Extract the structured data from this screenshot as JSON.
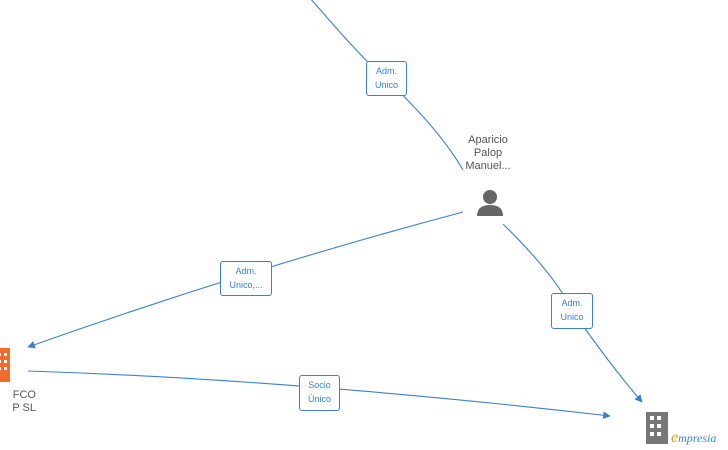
{
  "nodes": {
    "person": {
      "name_lines": [
        "Aparicio",
        "Palop",
        "Manuel..."
      ],
      "icon": "person-icon",
      "color": "#666666"
    },
    "company_left": {
      "name_lines": [
        "FCO",
        "P SL"
      ],
      "icon": "building-icon",
      "color": "#f26a2e"
    },
    "company_right": {
      "icon": "building-icon",
      "color": "#777777"
    }
  },
  "edges": [
    {
      "from": "top-offscreen",
      "to": "person",
      "label_lines": [
        "Adm.",
        "Unico"
      ]
    },
    {
      "from": "person",
      "to": "company_left",
      "label_lines": [
        "Adm.",
        "Unico,..."
      ]
    },
    {
      "from": "person",
      "to": "company_right",
      "label_lines": [
        "Adm.",
        "Unico"
      ]
    },
    {
      "from": "company_left",
      "to": "company_right",
      "label_lines": [
        "Socio",
        "Único"
      ]
    }
  ],
  "colors": {
    "edge": "#3b7fd0",
    "label_text": "#3b7fd0",
    "node_text": "#555555"
  },
  "watermark": {
    "initial": "e",
    "rest": "mpresia",
    "icon": "building-icon"
  }
}
